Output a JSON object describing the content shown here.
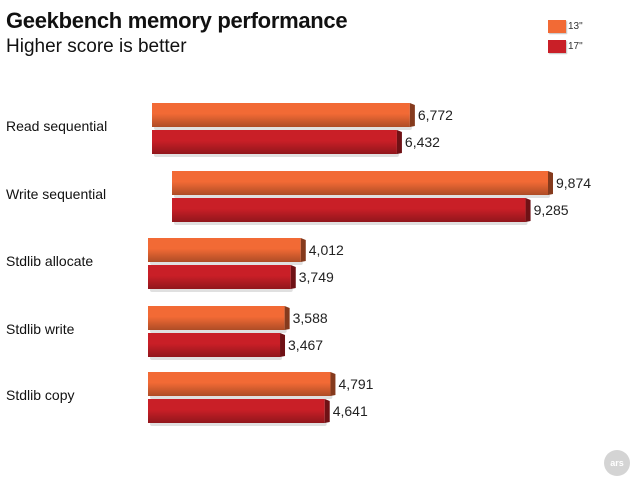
{
  "title": "Geekbench memory performance",
  "subtitle": "Higher score is better",
  "legend": [
    {
      "label": "13\"",
      "color": "#f26a35"
    },
    {
      "label": "17\"",
      "color": "#c91f27"
    }
  ],
  "logo_text": "ars",
  "chart_data": {
    "type": "bar",
    "orientation": "horizontal",
    "title": "Geekbench memory performance",
    "subtitle": "Higher score is better",
    "categories": [
      "Read sequential",
      "Write sequential",
      "Stdlib allocate",
      "Stdlib write",
      "Stdlib copy"
    ],
    "series": [
      {
        "name": "13\"",
        "color": "#f26a35",
        "values": [
          6772,
          9874,
          4012,
          3588,
          4791
        ]
      },
      {
        "name": "17\"",
        "color": "#c91f27",
        "values": [
          6432,
          9285,
          3749,
          3467,
          4641
        ]
      }
    ],
    "value_labels": [
      [
        "6,772",
        "9,874",
        "4,012",
        "3,588",
        "4,791"
      ],
      [
        "6,432",
        "9,285",
        "3,749",
        "3,467",
        "4,641"
      ]
    ],
    "xlim": [
      0,
      9874
    ],
    "grid": false,
    "legend_position": "top-right"
  }
}
